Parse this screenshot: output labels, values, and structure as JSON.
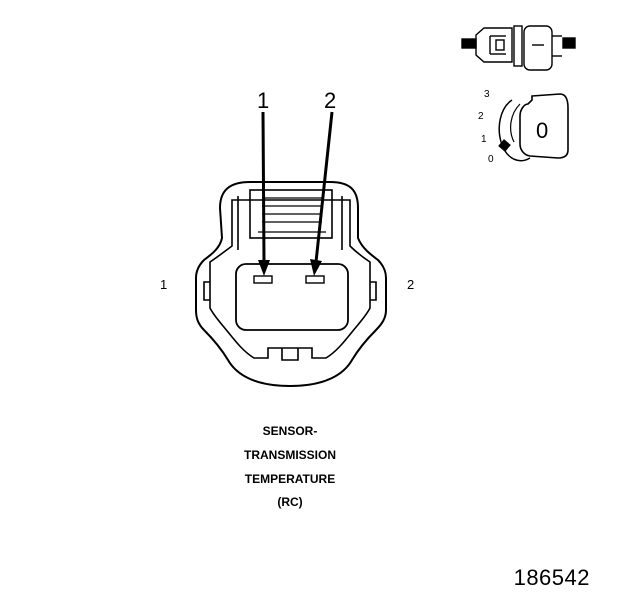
{
  "callouts": {
    "pin_1": "1",
    "pin_2": "2"
  },
  "side_labels": {
    "left": "1",
    "right": "2"
  },
  "caption": {
    "line1": "SENSOR-",
    "line2": "TRANSMISSION",
    "line3": "TEMPERATURE",
    "line4": "(RC)"
  },
  "key_switch": {
    "pos_3": "3",
    "pos_2": "2",
    "pos_1": "1",
    "pos_0": "0",
    "key_face": "0"
  },
  "figure_number": "186542"
}
